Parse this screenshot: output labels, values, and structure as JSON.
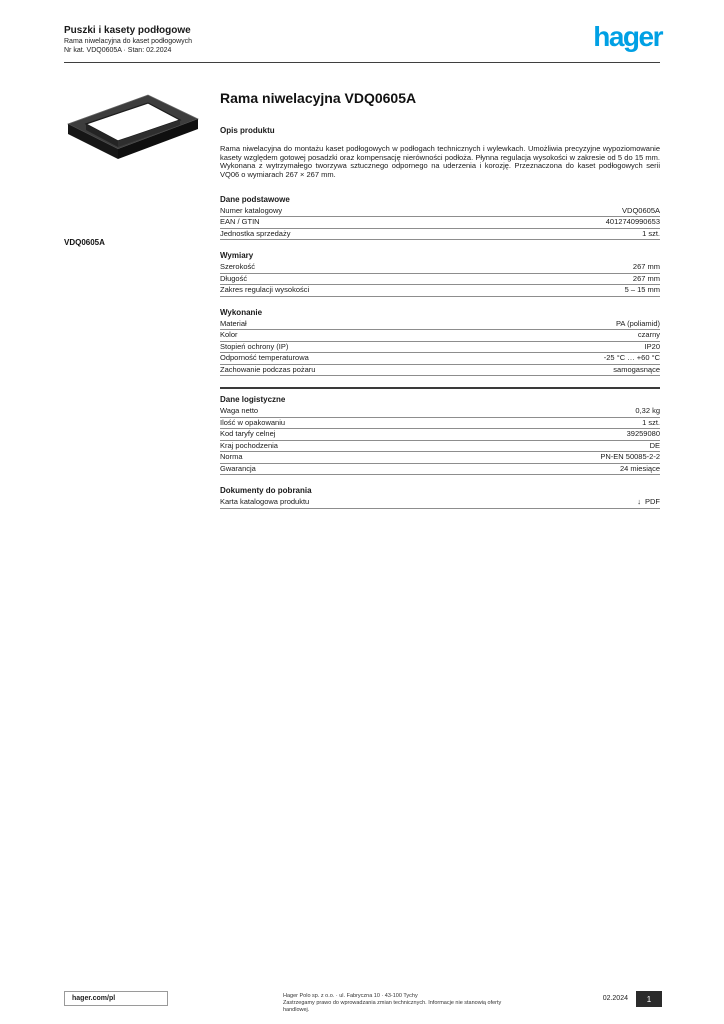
{
  "brand": {
    "logo_text": "hager",
    "brand_color": "#00a0e4"
  },
  "header": {
    "line1": "Puszki i kasety podłogowe",
    "line2": "Rama niwelacyjna do kaset podłogowych",
    "line3": "Nr kat. VDQ0605A · Stan: 02.2024"
  },
  "product": {
    "title": "Rama niwelacyjna VDQ0605A",
    "reference": "VDQ0605A",
    "section_label": "Opis produktu",
    "description": "Rama niwelacyjna do montażu kaset podłogowych w podłogach technicznych i wylewkach. Umożliwia precyzyjne wypoziomowanie kasety względem gotowej posadzki oraz kompensację nierówności podłoża. Płynna regulacja wysokości w zakresie od 5 do 15 mm. Wykonana z wytrzymałego tworzywa sztucznego odpornego na uderzenia i korozję. Przeznaczona do kaset podłogowych serii VQ06 o wymiarach 267 × 267 mm."
  },
  "sections": [
    {
      "title": "Dane podstawowe",
      "rows": [
        {
          "label": "Numer katalogowy",
          "value": "VDQ0605A"
        },
        {
          "label": "EAN / GTIN",
          "value": "4012740990653"
        },
        {
          "label": "Jednostka sprzedaży",
          "value": "1 szt."
        }
      ]
    },
    {
      "title": "Wymiary",
      "rows": [
        {
          "label": "Szerokość",
          "value": "267 mm"
        },
        {
          "label": "Długość",
          "value": "267 mm"
        },
        {
          "label": "Zakres regulacji wysokości",
          "value": "5 – 15 mm"
        }
      ]
    },
    {
      "title": "Wykonanie",
      "rows": [
        {
          "label": "Materiał",
          "value": "PA (poliamid)"
        },
        {
          "label": "Kolor",
          "value": "czarny"
        },
        {
          "label": "Stopień ochrony (IP)",
          "value": "IP20"
        },
        {
          "label": "Odporność temperaturowa",
          "value": "-25 °C … +60 °C"
        },
        {
          "label": "Zachowanie podczas pożaru",
          "value": "samogasnące"
        }
      ]
    },
    {
      "title": "Dane logistyczne",
      "divider_top": true,
      "rows": [
        {
          "label": "Waga netto",
          "value": "0,32 kg"
        },
        {
          "label": "Ilość w opakowaniu",
          "value": "1 szt."
        },
        {
          "label": "Kod taryfy celnej",
          "value": "39259080"
        },
        {
          "label": "Kraj pochodzenia",
          "value": "DE"
        },
        {
          "label": "Norma",
          "value": "PN-EN 50085-2-2"
        },
        {
          "label": "Gwarancja",
          "value": "24 miesiące"
        }
      ]
    },
    {
      "title": "Dokumenty do pobrania",
      "rows": [
        {
          "label": "Karta katalogowa produktu",
          "value": "PDF",
          "link": true,
          "icon": "↓"
        }
      ]
    }
  ],
  "footer": {
    "website": "hager.com/pl",
    "center_line1": "Hager Polo sp. z o.o. · ul. Fabryczna 10 · 43-100 Tychy",
    "center_line2": "Zastrzegamy prawo do wprowadzania zmian technicznych. Informacje nie stanowią oferty handlowej.",
    "date": "02.2024",
    "page": "1"
  }
}
